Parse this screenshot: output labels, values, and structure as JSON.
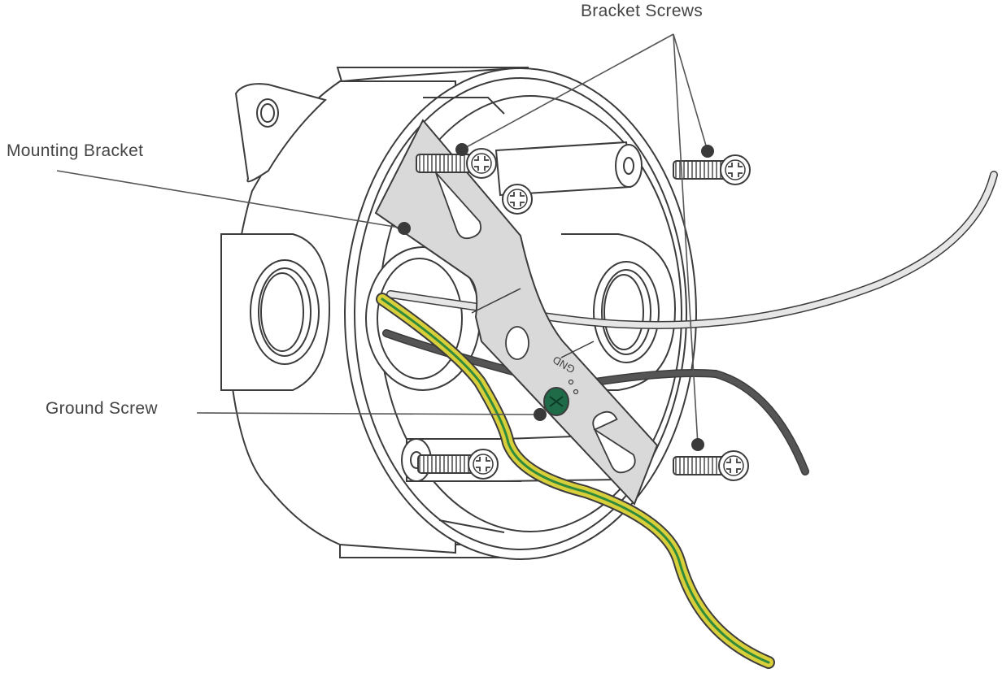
{
  "labels": {
    "bracket_screws": "Bracket Screws",
    "mounting_bracket": "Mounting Bracket",
    "ground_screw": "Ground Screw",
    "gnd_marking": "GND"
  },
  "colors": {
    "outline": "#3c3c3c",
    "bracket_fill": "#d9d9d9",
    "leader_line": "#555555",
    "leader_dot": "#3a3a3a",
    "ground_wire_yellow": "#d8cf3a",
    "ground_wire_green": "#2f8a3c",
    "neutral_wire": "#e6e6e6",
    "hot_wire": "#555555",
    "ground_screw_green": "#1f6b48"
  },
  "icons": {
    "screw": "phillips-screw-icon",
    "junction_box": "round-junction-box-icon"
  }
}
